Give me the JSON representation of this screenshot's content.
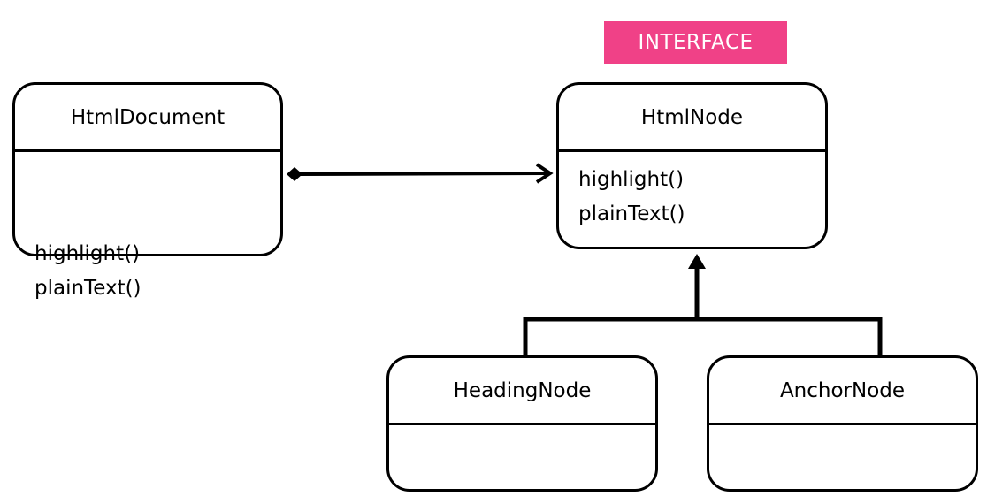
{
  "colors": {
    "stereotype_bg": "#f04187",
    "stereotype_text": "#ffffff",
    "line": "#000000"
  },
  "stereotype": {
    "label": "INTERFACE"
  },
  "classes": {
    "html_document": {
      "name": "HtmlDocument",
      "methods": [
        "highlight()",
        "plainText()"
      ]
    },
    "html_node": {
      "name": "HtmlNode",
      "methods": [
        "highlight()",
        "plainText()"
      ]
    },
    "heading_node": {
      "name": "HeadingNode",
      "methods": []
    },
    "anchor_node": {
      "name": "AnchorNode",
      "methods": []
    }
  },
  "relations": [
    {
      "type": "composition",
      "from": "HtmlDocument",
      "to": "HtmlNode"
    },
    {
      "type": "implementation",
      "from": "HeadingNode",
      "to": "HtmlNode"
    },
    {
      "type": "implementation",
      "from": "AnchorNode",
      "to": "HtmlNode"
    }
  ]
}
